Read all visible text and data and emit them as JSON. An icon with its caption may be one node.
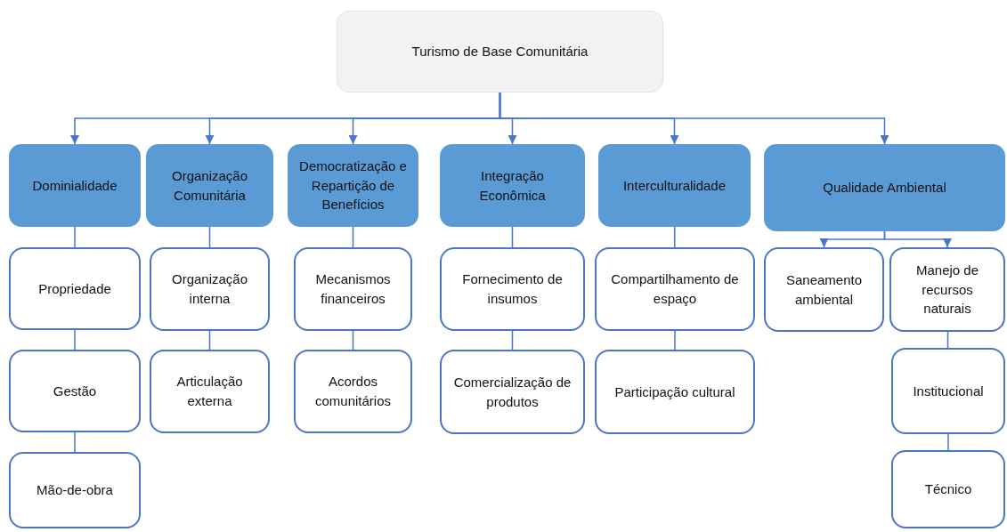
{
  "diagram": {
    "nodes": [
      {
        "text": [
          "Turismo de Base Comunitária"
        ]
      },
      {
        "text": [
          "Dominialidade"
        ]
      },
      {
        "text": [
          "Organização Comunitária"
        ]
      },
      {
        "text": [
          "Democratização e Repartição de Benefícios"
        ]
      },
      {
        "text": [
          "Integração Econômica"
        ]
      },
      {
        "text": [
          "Interculturalidade"
        ]
      },
      {
        "text": [
          "Qualidade Ambiental"
        ]
      },
      {
        "text": [
          "Propriedade"
        ]
      },
      {
        "text": [
          "Gestão"
        ]
      },
      {
        "text": [
          "Mão-de-obra"
        ]
      },
      {
        "text": [
          "Organização interna"
        ]
      },
      {
        "text": [
          "Articulação externa"
        ]
      },
      {
        "text": [
          "Mecanismos financeiros"
        ]
      },
      {
        "text": [
          "Acordos comunitários"
        ]
      },
      {
        "text": [
          "Fornecimento de insumos"
        ]
      },
      {
        "text": [
          "Comercialização de produtos"
        ]
      },
      {
        "text": [
          "Compartilhamento de espaço"
        ]
      },
      {
        "text": [
          "Participação cultural"
        ]
      },
      {
        "text": [
          "Saneamento ambiental"
        ]
      },
      {
        "text": [
          "Manejo de recursos naturais"
        ]
      },
      {
        "text": [
          "Institucional"
        ]
      },
      {
        "text": [
          "Técnico"
        ]
      }
    ],
    "edges": [
      {
        "from": 0,
        "to": 1,
        "arrow": "to"
      },
      {
        "from": 0,
        "to": 2,
        "arrow": "to"
      },
      {
        "from": 0,
        "to": 3,
        "arrow": "to"
      },
      {
        "from": 0,
        "to": 4,
        "arrow": "to"
      },
      {
        "from": 0,
        "to": 5,
        "arrow": "to"
      },
      {
        "from": 0,
        "to": 6,
        "arrow": "to"
      },
      {
        "from": 1,
        "to": 7,
        "arrow": "none"
      },
      {
        "from": 7,
        "to": 8,
        "arrow": "none"
      },
      {
        "from": 8,
        "to": 9,
        "arrow": "none"
      },
      {
        "from": 2,
        "to": 10,
        "arrow": "none"
      },
      {
        "from": 10,
        "to": 11,
        "arrow": "none"
      },
      {
        "from": 3,
        "to": 12,
        "arrow": "none"
      },
      {
        "from": 12,
        "to": 13,
        "arrow": "none"
      },
      {
        "from": 4,
        "to": 14,
        "arrow": "none"
      },
      {
        "from": 14,
        "to": 15,
        "arrow": "none"
      },
      {
        "from": 5,
        "to": 16,
        "arrow": "none"
      },
      {
        "from": 16,
        "to": 17,
        "arrow": "none"
      },
      {
        "from": 6,
        "to": 18,
        "arrow": "to"
      },
      {
        "from": 6,
        "to": 19,
        "arrow": "to"
      },
      {
        "from": 19,
        "to": 20,
        "arrow": "none"
      },
      {
        "from": 20,
        "to": 21,
        "arrow": "none"
      }
    ]
  }
}
